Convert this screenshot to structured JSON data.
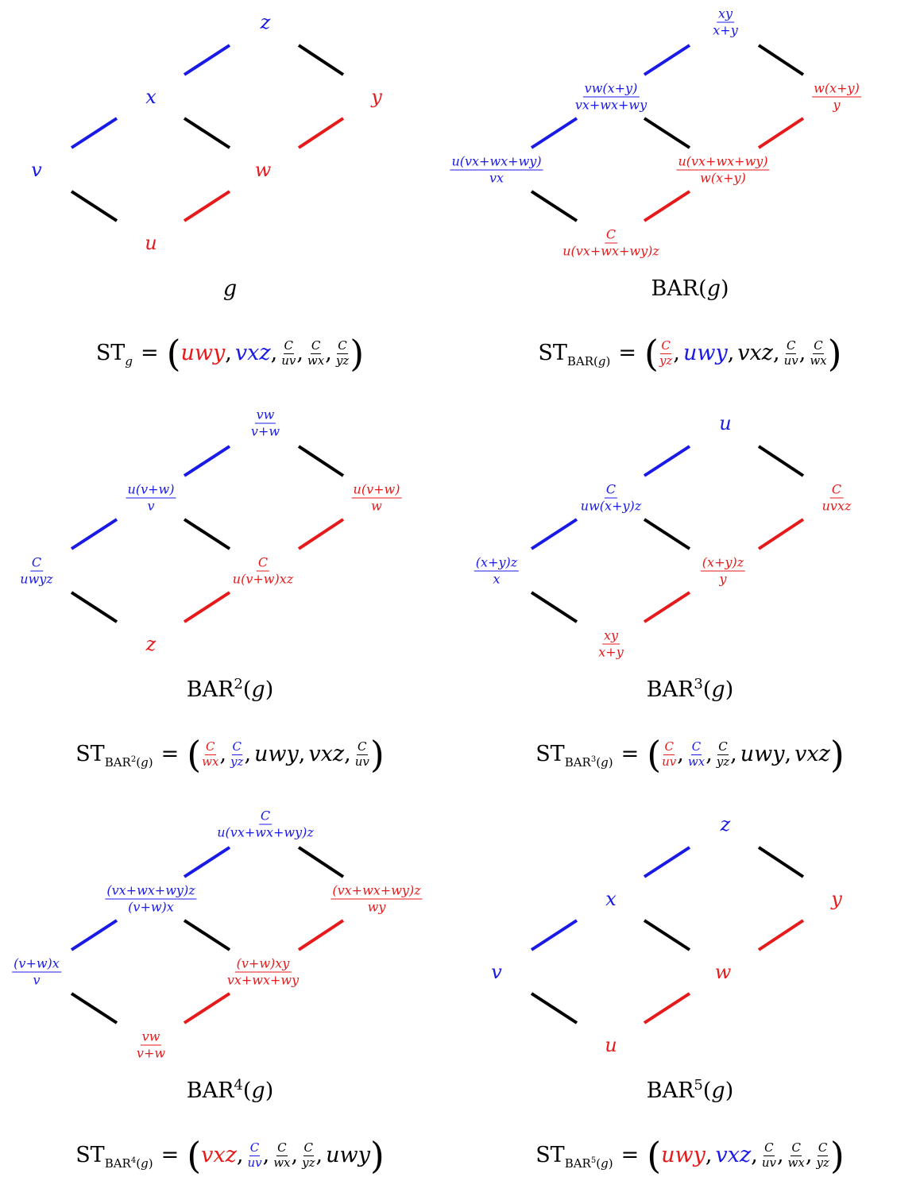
{
  "colors": {
    "blue": "#1a1ae6",
    "red": "#e61a1a",
    "black": "#000000"
  },
  "panels": [
    {
      "id": "p0",
      "caption": {
        "prefix": "",
        "power": "",
        "body": "g"
      },
      "st_sub": {
        "text": "g",
        "power": ""
      },
      "nodes": {
        "top": {
          "num": "z",
          "den": "",
          "color": "blue"
        },
        "ul": {
          "num": "x",
          "den": "",
          "color": "blue"
        },
        "ur": {
          "num": "y",
          "den": "",
          "color": "red"
        },
        "left": {
          "num": "v",
          "den": "",
          "color": "blue"
        },
        "mid": {
          "num": "w",
          "den": "",
          "color": "red"
        },
        "bottom": {
          "num": "u",
          "den": "",
          "color": "red"
        }
      },
      "st": [
        {
          "num": "uwy",
          "den": "",
          "color": "red"
        },
        {
          "num": "vxz",
          "den": "",
          "color": "blue"
        },
        {
          "num": "C",
          "den": "uv",
          "color": "black"
        },
        {
          "num": "C",
          "den": "wx",
          "color": "black"
        },
        {
          "num": "C",
          "den": "yz",
          "color": "black"
        }
      ]
    },
    {
      "id": "p1",
      "caption": {
        "prefix": "BAR",
        "power": "",
        "body": "g"
      },
      "st_sub": {
        "text": "BAR",
        "power": ""
      },
      "nodes": {
        "top": {
          "num": "xy",
          "den": "x+y",
          "color": "blue"
        },
        "ul": {
          "num": "vw(x+y)",
          "den": "vx+wx+wy",
          "color": "blue"
        },
        "ur": {
          "num": "w(x+y)",
          "den": "y",
          "color": "red"
        },
        "left": {
          "num": "u(vx+wx+wy)",
          "den": "vx",
          "color": "blue"
        },
        "mid": {
          "num": "u(vx+wx+wy)",
          "den": "w(x+y)",
          "color": "red"
        },
        "bottom": {
          "num": "C",
          "den": "u(vx+wx+wy)z",
          "color": "red"
        }
      },
      "st": [
        {
          "num": "C",
          "den": "yz",
          "color": "red"
        },
        {
          "num": "uwy",
          "den": "",
          "color": "blue"
        },
        {
          "num": "vxz",
          "den": "",
          "color": "black"
        },
        {
          "num": "C",
          "den": "uv",
          "color": "black"
        },
        {
          "num": "C",
          "den": "wx",
          "color": "black"
        }
      ]
    },
    {
      "id": "p2",
      "caption": {
        "prefix": "BAR",
        "power": "2",
        "body": "g"
      },
      "st_sub": {
        "text": "BAR",
        "power": "2"
      },
      "nodes": {
        "top": {
          "num": "vw",
          "den": "v+w",
          "color": "blue"
        },
        "ul": {
          "num": "u(v+w)",
          "den": "v",
          "color": "blue"
        },
        "ur": {
          "num": "u(v+w)",
          "den": "w",
          "color": "red"
        },
        "left": {
          "num": "C",
          "den": "uwyz",
          "color": "blue"
        },
        "mid": {
          "num": "C",
          "den": "u(v+w)xz",
          "color": "red"
        },
        "bottom": {
          "num": "z",
          "den": "",
          "color": "red"
        }
      },
      "st": [
        {
          "num": "C",
          "den": "wx",
          "color": "red"
        },
        {
          "num": "C",
          "den": "yz",
          "color": "blue"
        },
        {
          "num": "uwy",
          "den": "",
          "color": "black"
        },
        {
          "num": "vxz",
          "den": "",
          "color": "black"
        },
        {
          "num": "C",
          "den": "uv",
          "color": "black"
        }
      ]
    },
    {
      "id": "p3",
      "caption": {
        "prefix": "BAR",
        "power": "3",
        "body": "g"
      },
      "st_sub": {
        "text": "BAR",
        "power": "3"
      },
      "nodes": {
        "top": {
          "num": "u",
          "den": "",
          "color": "blue"
        },
        "ul": {
          "num": "C",
          "den": "uw(x+y)z",
          "color": "blue"
        },
        "ur": {
          "num": "C",
          "den": "uvxz",
          "color": "red"
        },
        "left": {
          "num": "(x+y)z",
          "den": "x",
          "color": "blue"
        },
        "mid": {
          "num": "(x+y)z",
          "den": "y",
          "color": "red"
        },
        "bottom": {
          "num": "xy",
          "den": "x+y",
          "color": "red"
        }
      },
      "st": [
        {
          "num": "C",
          "den": "uv",
          "color": "red"
        },
        {
          "num": "C",
          "den": "wx",
          "color": "blue"
        },
        {
          "num": "C",
          "den": "yz",
          "color": "black"
        },
        {
          "num": "uwy",
          "den": "",
          "color": "black"
        },
        {
          "num": "vxz",
          "den": "",
          "color": "black"
        }
      ]
    },
    {
      "id": "p4",
      "caption": {
        "prefix": "BAR",
        "power": "4",
        "body": "g"
      },
      "st_sub": {
        "text": "BAR",
        "power": "4"
      },
      "nodes": {
        "top": {
          "num": "C",
          "den": "u(vx+wx+wy)z",
          "color": "blue"
        },
        "ul": {
          "num": "(vx+wx+wy)z",
          "den": "(v+w)x",
          "color": "blue"
        },
        "ur": {
          "num": "(vx+wx+wy)z",
          "den": "wy",
          "color": "red"
        },
        "left": {
          "num": "(v+w)x",
          "den": "v",
          "color": "blue"
        },
        "mid": {
          "num": "(v+w)xy",
          "den": "vx+wx+wy",
          "color": "red"
        },
        "bottom": {
          "num": "vw",
          "den": "v+w",
          "color": "red"
        }
      },
      "st": [
        {
          "num": "vxz",
          "den": "",
          "color": "red"
        },
        {
          "num": "C",
          "den": "uv",
          "color": "blue"
        },
        {
          "num": "C",
          "den": "wx",
          "color": "black"
        },
        {
          "num": "C",
          "den": "yz",
          "color": "black"
        },
        {
          "num": "uwy",
          "den": "",
          "color": "black"
        }
      ]
    },
    {
      "id": "p5",
      "caption": {
        "prefix": "BAR",
        "power": "5",
        "body": "g"
      },
      "st_sub": {
        "text": "BAR",
        "power": "5"
      },
      "nodes": {
        "top": {
          "num": "z",
          "den": "",
          "color": "blue"
        },
        "ul": {
          "num": "x",
          "den": "",
          "color": "blue"
        },
        "ur": {
          "num": "y",
          "den": "",
          "color": "red"
        },
        "left": {
          "num": "v",
          "den": "",
          "color": "blue"
        },
        "mid": {
          "num": "w",
          "den": "",
          "color": "red"
        },
        "bottom": {
          "num": "u",
          "den": "",
          "color": "red"
        }
      },
      "st": [
        {
          "num": "uwy",
          "den": "",
          "color": "red"
        },
        {
          "num": "vxz",
          "den": "",
          "color": "blue"
        },
        {
          "num": "C",
          "den": "uv",
          "color": "black"
        },
        {
          "num": "C",
          "den": "wx",
          "color": "black"
        },
        {
          "num": "C",
          "den": "yz",
          "color": "black"
        }
      ]
    }
  ],
  "labels": {
    "st": "ST",
    "equals": "=",
    "open": "(",
    "close": ")",
    "comma": ",",
    "lparen": "(",
    "rparen": ")"
  }
}
